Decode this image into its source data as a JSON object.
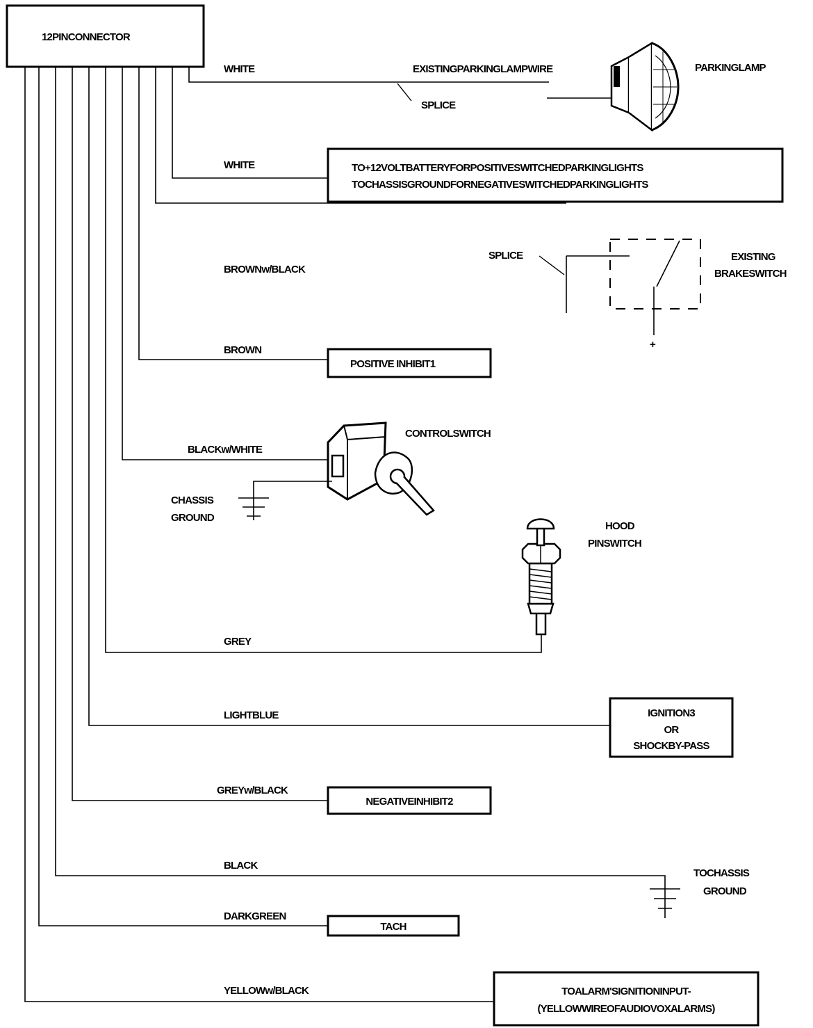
{
  "connector": {
    "label": "12PINCONNECTOR"
  },
  "wires": {
    "white1": "WHITE",
    "white2": "WHITE",
    "brown_black": "BROWNw/BLACK",
    "brown": "BROWN",
    "black_white": "BLACKw/WHITE",
    "grey": "GREY",
    "light_blue": "LIGHTBLUE",
    "grey_black": "GREYw/BLACK",
    "black": "BLACK",
    "dark_green": "DARKGREEN",
    "yellow_black": "YELLOWw/BLACK"
  },
  "labels": {
    "existing_parking_wire": "EXISTINGPARKINGLAMPWIRE",
    "parking_lamp": "PARKINGLAMP",
    "splice1": "SPLICE",
    "splice2": "SPLICE",
    "brake_switch_line1": "EXISTING",
    "brake_switch_line2": "BRAKESWITCH",
    "plus": "+",
    "control_switch": "CONTROLSWITCH",
    "chassis_ground_line1": "CHASSIS",
    "chassis_ground_line2": "GROUND",
    "hood_line1": "HOOD",
    "hood_line2": "PINSWITCH",
    "to_chassis_line1": "TOCHASSIS",
    "to_chassis_line2": "GROUND"
  },
  "boxes": {
    "battery_line1": "TO+12VOLTBATTERYFORPOSITIVESWITCHEDPARKINGLIGHTS",
    "battery_line2": "TOCHASSISGROUNDFORNEGATIVESWITCHEDPARKINGLIGHTS",
    "positive_inhibit": "POSITIVE INHIBIT1",
    "ignition_line1": "IGNITION3",
    "ignition_line2": "OR",
    "ignition_line3": "SHOCKBY-PASS",
    "negative_inhibit": "NEGATIVEINHIBIT2",
    "tach": "TACH",
    "alarm_line1": "TOALARM'SIGNITIONINPUT-",
    "alarm_line2": "(YELLOWWIREOFAUDIOVOXALARMS)"
  }
}
